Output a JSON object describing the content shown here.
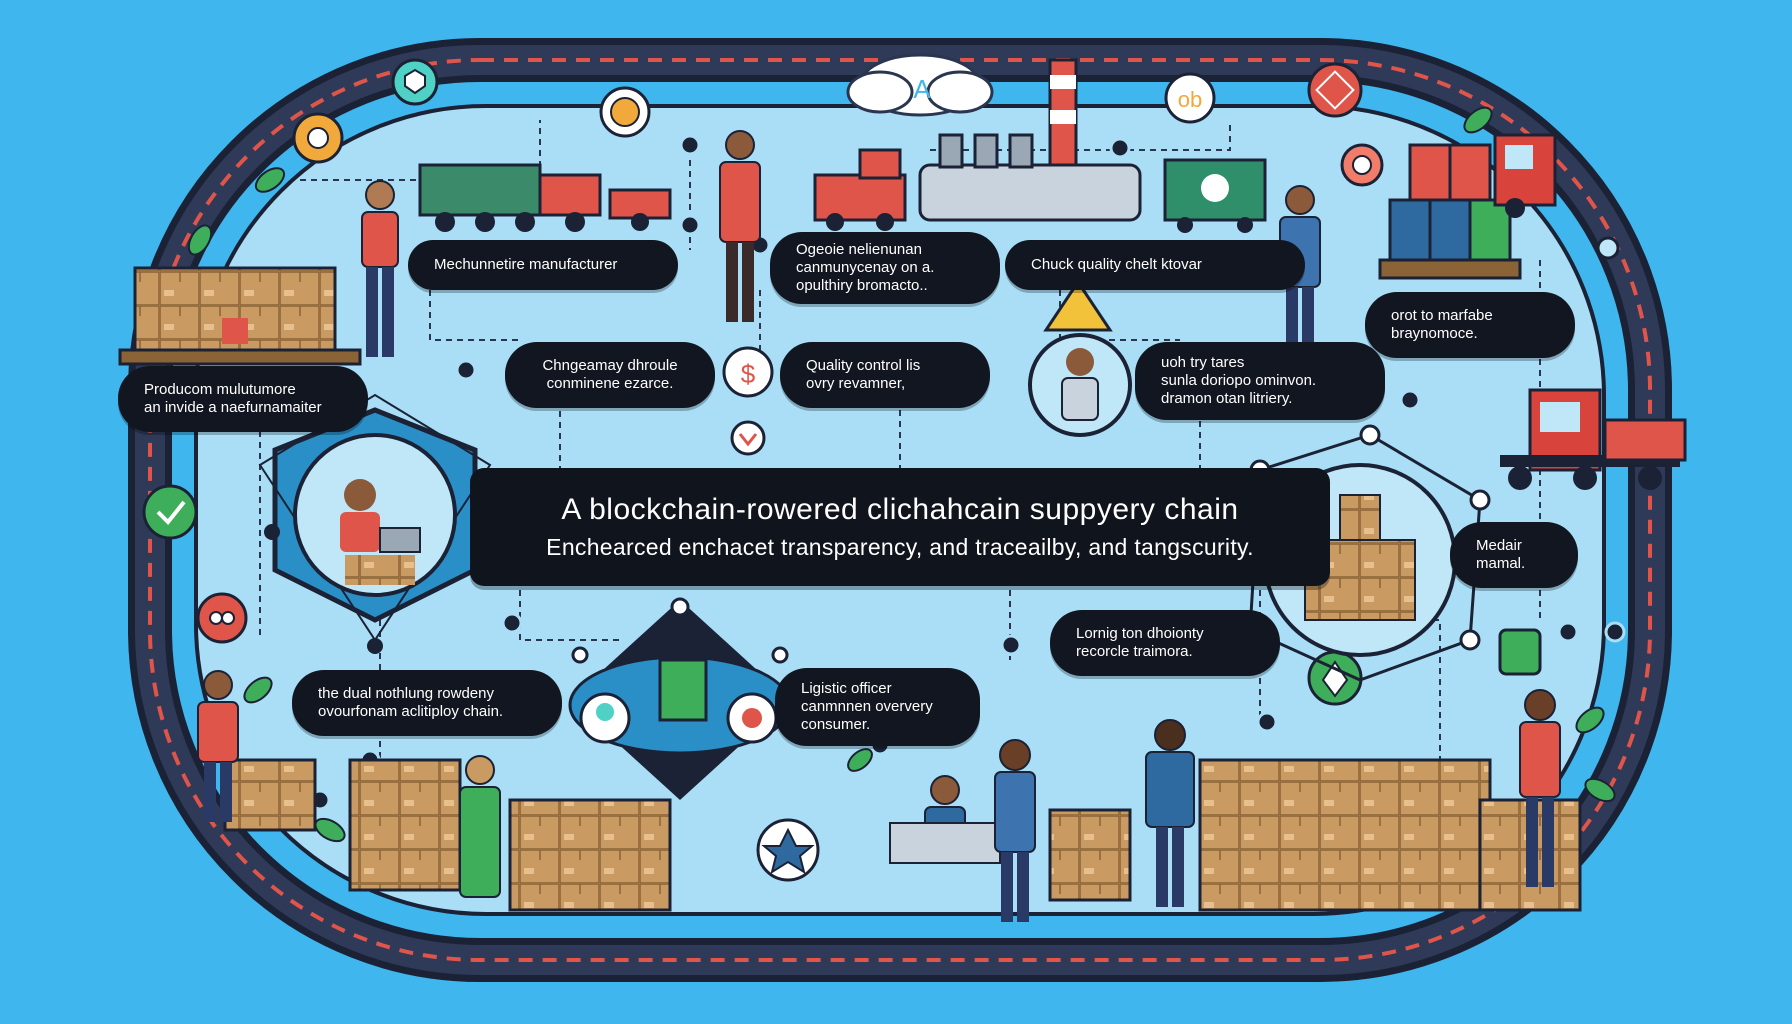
{
  "banner": {
    "title": "A blockchain-rowered clichahcain suppyery chain",
    "subtitle": "Enchearced enchacet transparency, and traceailby, and tangscurity."
  },
  "labels": {
    "manufacturer": [
      "Mechunnetire manufacturer"
    ],
    "product_origin": [
      "Producom mulutumore",
      "an invide a naefurnamaiter"
    ],
    "organic": [
      "Ogeoie nelienunan",
      "canmunycenay on a.",
      "opulthiry bromacto.."
    ],
    "check_quality": [
      "Chuck quality chelt ktovar"
    ],
    "trade": [
      "orot to marfabe",
      "braynomoce."
    ],
    "changeway": [
      "Chngeamay dhroule",
      "conminene ezarce."
    ],
    "quality_control": [
      "Quality control lis",
      "ovry revamner,"
    ],
    "tracking": [
      "uoh try tares",
      "sunla doriopo ominvon.",
      "dramon otan litriery."
    ],
    "retail": [
      "Medair",
      "mamal."
    ],
    "supply_chain": [
      "the dual nothlung rowdeny",
      "ovourfonam aclitiploy chain."
    ],
    "logistic": [
      "Ligistic officer",
      "canmnnen oververy",
      "consumer."
    ],
    "recycle": [
      "Lornig ton dhoionty",
      "recorcle traimora."
    ]
  },
  "colors": {
    "background": "#3fb6ee",
    "label_bg": "#121620",
    "track": "#2a3550",
    "track_accent": "#e0554a",
    "accent_green": "#3fae5a",
    "accent_red": "#e0554a",
    "box": "#c99a62"
  },
  "icons": [
    "shield-icon",
    "gear-icon",
    "cloud-icon",
    "scale-icon",
    "badge-icon",
    "checkmark-icon",
    "dollar-icon",
    "chevron-down-icon",
    "leaf-icon",
    "star-icon",
    "bulb-icon",
    "handshake-icon"
  ]
}
